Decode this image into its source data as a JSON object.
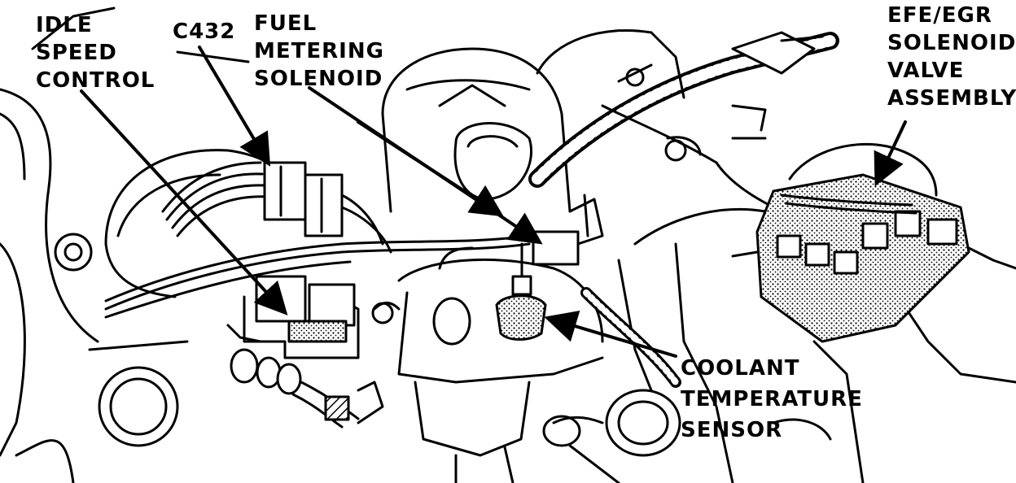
{
  "diagram": {
    "labels": {
      "idle_speed_control": [
        "IDLE",
        "SPEED",
        "CONTROL"
      ],
      "c432": [
        "C432"
      ],
      "fuel_metering_solenoid": [
        "FUEL",
        "METERING",
        "SOLENOID"
      ],
      "efe_egr_solenoid_valve_assembly": [
        "EFE/EGR",
        "SOLENOID",
        "VALVE",
        "ASSEMBLY"
      ],
      "coolant_temperature_sensor": [
        "COOLANT",
        "TEMPERATURE",
        "SENSOR"
      ]
    },
    "colors": {
      "ink": "#000000",
      "paper": "#ffffff",
      "stipple": "#9a9a9a"
    }
  }
}
